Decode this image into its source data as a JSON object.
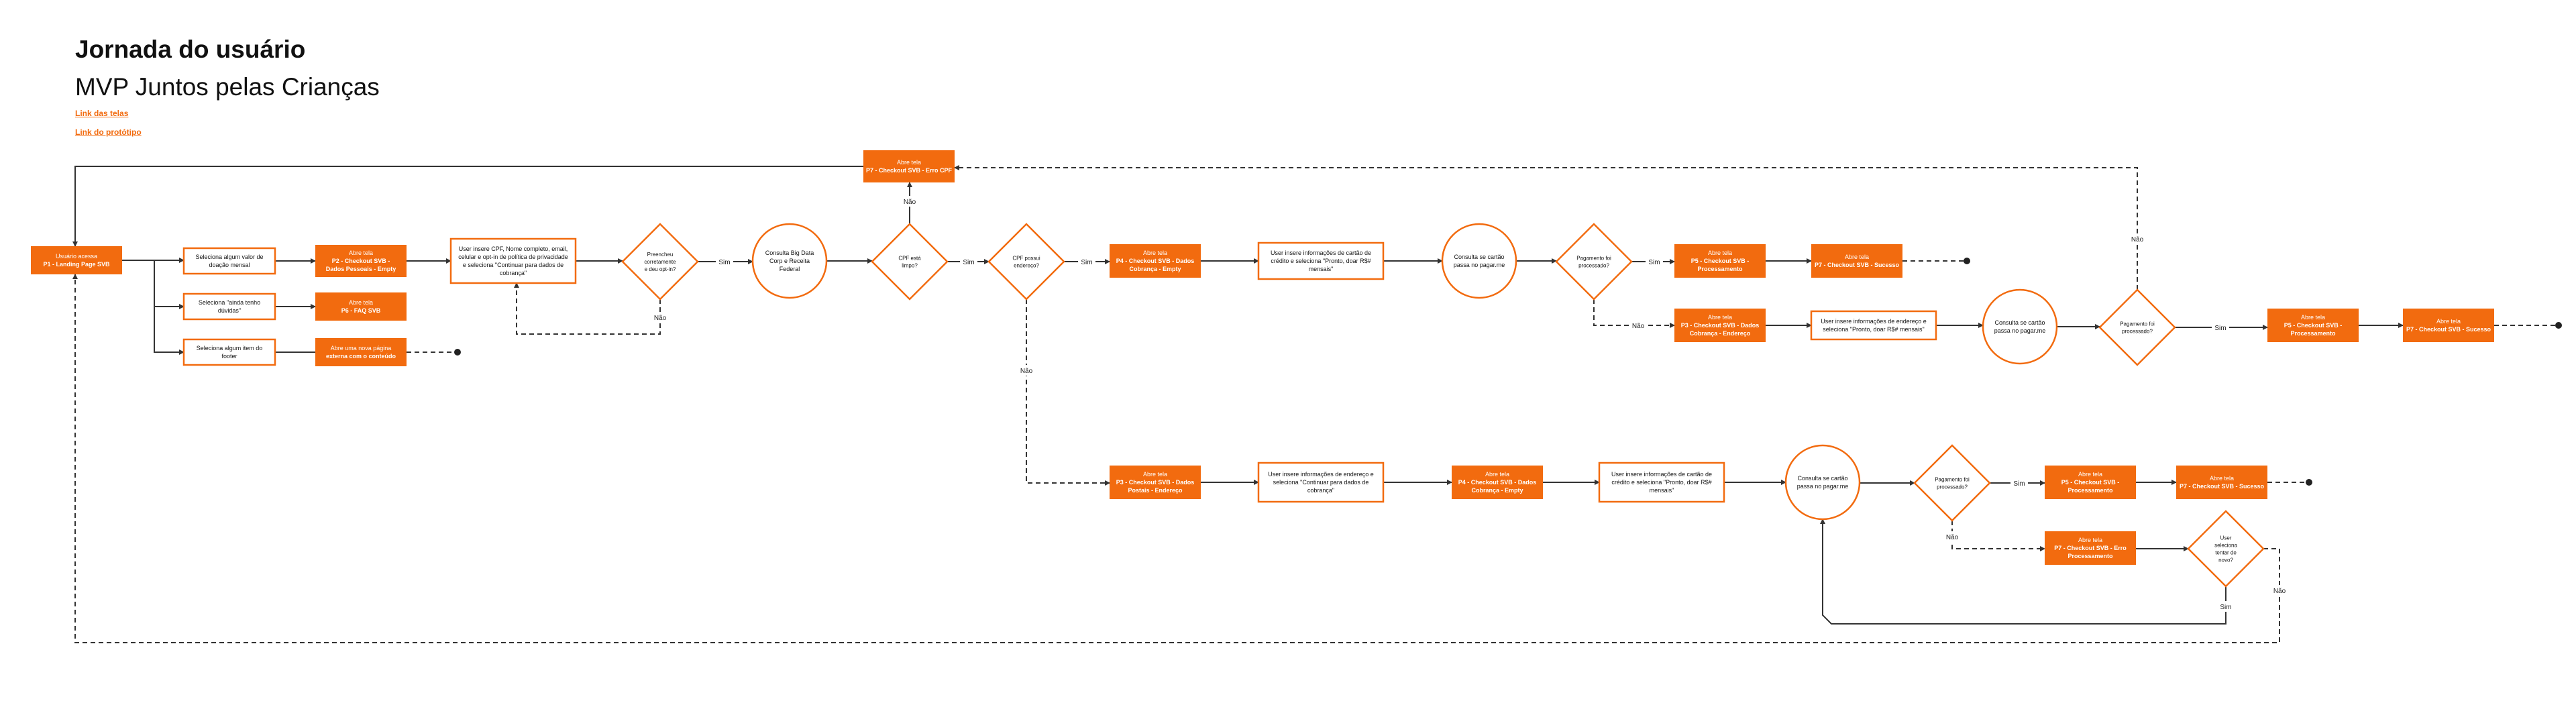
{
  "header": {
    "title": "Jornada do usuário",
    "subtitle": "MVP Juntos pelas Crianças",
    "link_screens": "Link das telas",
    "link_prototype": "Link do protótipo"
  },
  "nodes": {
    "n_landing": {
      "shape": "screen",
      "lines": [
        "Usuário acessa",
        "P1 - Landing Page SVB"
      ]
    },
    "n_select_value": {
      "shape": "action",
      "lines": [
        "Seleciona algum valor de",
        "doação mensal"
      ]
    },
    "n_checkout_dados_empty": {
      "shape": "screen",
      "lines": [
        "Abre tela",
        "P2 - Checkout SVB -",
        "Dados Pessoais - Empty"
      ]
    },
    "n_ainda_tenho": {
      "shape": "action",
      "lines": [
        "Seleciona \"ainda tenho",
        "dúvidas\""
      ]
    },
    "n_faq": {
      "shape": "screen",
      "lines": [
        "Abre tela",
        "P6 - FAQ SVB"
      ]
    },
    "n_footer_link": {
      "shape": "action",
      "lines": [
        "Seleciona algum item do",
        "footer"
      ]
    },
    "n_new_page": {
      "shape": "screen",
      "lines": [
        "Abre uma nova página",
        "externa com o conteúdo"
      ]
    },
    "n_user_fills": {
      "shape": "action",
      "lines": [
        "User insere CPF, Nome completo, email,",
        "celular e opt-in de política de privacidade",
        "e seleciona \"Continuar para dados de",
        "cobrança\""
      ]
    },
    "d_filled_correct": {
      "shape": "decision",
      "lines": [
        "Preencheu",
        "corretamente",
        "e deu opt-in?"
      ]
    },
    "c_big_data": {
      "shape": "circle",
      "lines": [
        "Consulta Big Data",
        "Corp e Receita",
        "Federal"
      ]
    },
    "d_cpf_true": {
      "shape": "decision",
      "lines": [
        "CPF está",
        "limpo?"
      ]
    },
    "n_erro_cpf": {
      "shape": "screen",
      "lines": [
        "Abre tela",
        "P7 - Checkout SVB - Erro CPF"
      ]
    },
    "d_cpf_endereco": {
      "shape": "decision",
      "lines": [
        "CPF possui",
        "endereço?"
      ]
    },
    "n_cobranca_empty": {
      "shape": "screen",
      "lines": [
        "Abre tela",
        "P4 - Checkout SVB - Dados",
        "Cobrança - Empty"
      ]
    },
    "n_card_info_1": {
      "shape": "action",
      "lines": [
        "User insere informações de cartão de",
        "crédito e seleciona \"Pronto, doar R$#",
        "mensais\""
      ]
    },
    "c_pagarme_1": {
      "shape": "circle",
      "lines": [
        "Consulta se cartão",
        "passa no pagar.me"
      ]
    },
    "d_pagamento_1": {
      "shape": "decision",
      "lines": [
        "Pagamento foi",
        "processado?"
      ]
    },
    "n_processamento_1": {
      "shape": "screen",
      "lines": [
        "Abre tela",
        "P5 - Checkout SVB -",
        "Processamento"
      ]
    },
    "n_sucesso_1": {
      "shape": "screen",
      "lines": [
        "Abre tela",
        "P7 - Checkout SVB - Sucesso"
      ]
    },
    "n_cobranca_endereco": {
      "shape": "screen",
      "lines": [
        "Abre tela",
        "P3 - Checkout SVB - Dados",
        "Cobrança - Endereço"
      ]
    },
    "n_endereco_info": {
      "shape": "action",
      "lines": [
        "User insere informações de endereço e",
        "seleciona \"Pronto, doar R$# mensais\""
      ]
    },
    "c_pagarme_2": {
      "shape": "circle",
      "lines": [
        "Consulta se cartão",
        "passa no pagar.me"
      ]
    },
    "d_pagamento_2": {
      "shape": "decision",
      "lines": [
        "Pagamento foi",
        "processado?"
      ]
    },
    "n_processamento_2": {
      "shape": "screen",
      "lines": [
        "Abre tela",
        "P5 - Checkout SVB -",
        "Processamento"
      ]
    },
    "n_sucesso_2": {
      "shape": "screen",
      "lines": [
        "Abre tela",
        "P7 - Checkout SVB - Sucesso"
      ]
    },
    "n_dados_postais": {
      "shape": "screen",
      "lines": [
        "Abre tela",
        "P3 - Checkout SVB - Dados",
        "Postais - Endereço"
      ]
    },
    "n_endereco_info_2": {
      "shape": "action",
      "lines": [
        "User insere informações de endereço e",
        "seleciona \"Continuar para dados de",
        "cobrança\""
      ]
    },
    "n_cobranca_empty_2": {
      "shape": "screen",
      "lines": [
        "Abre tela",
        "P4 - Checkout SVB - Dados",
        "Cobrança - Empty"
      ]
    },
    "n_card_info_2": {
      "shape": "action",
      "lines": [
        "User insere informações de cartão de",
        "crédito e seleciona \"Pronto, doar R$#",
        "mensais\""
      ]
    },
    "c_pagarme_3": {
      "shape": "circle",
      "lines": [
        "Consulta se cartão",
        "passa no pagar.me"
      ]
    },
    "d_pagamento_3": {
      "shape": "decision",
      "lines": [
        "Pagamento foi",
        "processado?"
      ]
    },
    "n_processamento_3": {
      "shape": "screen",
      "lines": [
        "Abre tela",
        "P5 - Checkout SVB -",
        "Processamento"
      ]
    },
    "n_sucesso_3": {
      "shape": "screen",
      "lines": [
        "Abre tela",
        "P7 - Checkout SVB - Sucesso"
      ]
    },
    "n_erro_processamento": {
      "shape": "screen",
      "lines": [
        "Abre tela",
        "P7 - Checkout SVB - Erro",
        "Processamento"
      ]
    },
    "d_tentar_novo": {
      "shape": "decision",
      "lines": [
        "User",
        "seleciona",
        "tentar de",
        "novo?"
      ]
    }
  },
  "edge_labels": {
    "sim": "Sim",
    "nao": "Não"
  },
  "colors": {
    "accent": "#f26b0f",
    "line": "#333333",
    "text": "#111111"
  }
}
